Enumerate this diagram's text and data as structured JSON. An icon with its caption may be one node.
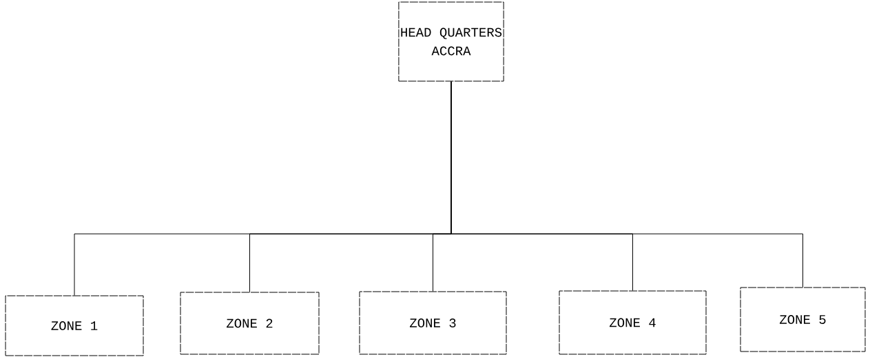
{
  "diagram": {
    "nodes": [
      {
        "text": [
          "HEAD QUARTERS",
          "ACCRA"
        ]
      },
      {
        "text": [
          "ZONE 1"
        ]
      },
      {
        "text": [
          "ZONE 2"
        ]
      },
      {
        "text": [
          "ZONE 3"
        ]
      },
      {
        "text": [
          "ZONE 4"
        ]
      },
      {
        "text": [
          "ZONE 5"
        ]
      }
    ],
    "edges": [
      {
        "from": 0,
        "to": 1,
        "arrow": "none"
      },
      {
        "from": 0,
        "to": 2,
        "arrow": "none"
      },
      {
        "from": 0,
        "to": 3,
        "arrow": "none"
      },
      {
        "from": 0,
        "to": 4,
        "arrow": "none"
      },
      {
        "from": 0,
        "to": 5,
        "arrow": "none"
      }
    ]
  }
}
